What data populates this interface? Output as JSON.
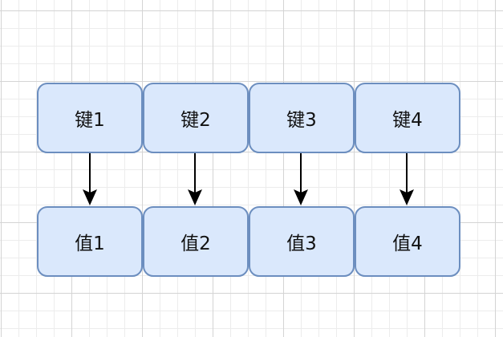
{
  "diagram": {
    "keys": [
      {
        "label": "键1"
      },
      {
        "label": "键2"
      },
      {
        "label": "键3"
      },
      {
        "label": "键4"
      }
    ],
    "values": [
      {
        "label": "值1"
      },
      {
        "label": "值2"
      },
      {
        "label": "值3"
      },
      {
        "label": "值4"
      }
    ]
  },
  "colors": {
    "node_fill": "#dae8fc",
    "node_stroke": "#6c8ebf",
    "arrow": "#000000"
  }
}
